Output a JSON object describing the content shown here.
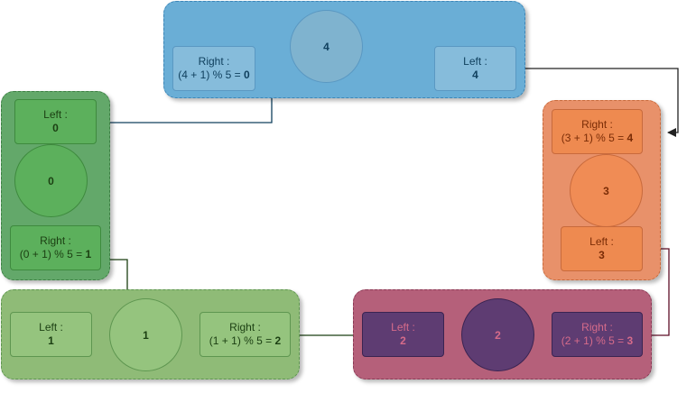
{
  "colors": {
    "blue_group": "#6aaed6",
    "orange_group": "#e8916a",
    "green_dark_group": "#63a86a",
    "green_light_group": "#8fbb77",
    "red_group": "#b5607a"
  },
  "nodes": {
    "n4": {
      "id": "4",
      "left_label": "Left :",
      "left_value": "4",
      "right_label": "Right :",
      "right_expr": "(4 + 1) % 5 = ",
      "right_value": "0"
    },
    "n3": {
      "id": "3",
      "left_label": "Left :",
      "left_value": "3",
      "right_label": "Right :",
      "right_expr": "(3 + 1) % 5 = ",
      "right_value": "4"
    },
    "n0": {
      "id": "0",
      "left_label": "Left :",
      "left_value": "0",
      "right_label": "Right :",
      "right_expr": "(0 + 1) % 5 = ",
      "right_value": "1"
    },
    "n1": {
      "id": "1",
      "left_label": "Left :",
      "left_value": "1",
      "right_label": "Right :",
      "right_expr": "(1 + 1) % 5 = ",
      "right_value": "2"
    },
    "n2": {
      "id": "2",
      "left_label": "Left :",
      "left_value": "2",
      "right_label": "Right :",
      "right_expr": "(2 + 1) % 5 = ",
      "right_value": "3"
    }
  }
}
